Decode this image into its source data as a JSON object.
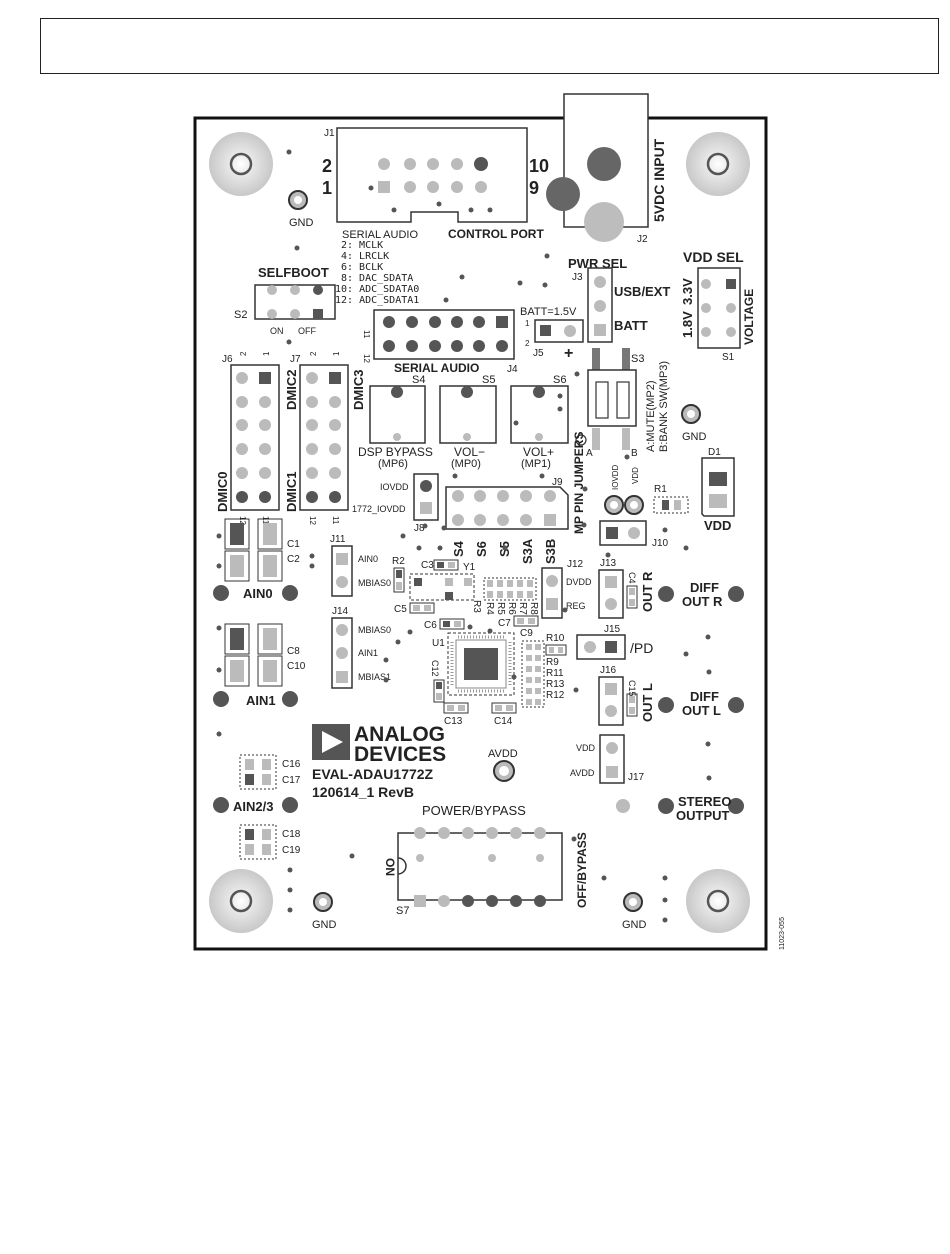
{
  "board": {
    "name": "EVAL-ADAU1772Z",
    "revision": "120614_1 RevB",
    "figure_id": "11023-055",
    "logo": {
      "line1": "ANALOG",
      "line2": "DEVICES"
    }
  },
  "labels": {
    "j1": "J1",
    "j1_pin2": "2",
    "j1_pin1": "1",
    "j1_pin10": "10",
    "j1_pin9": "9",
    "serial_audio_top": "SERIAL AUDIO",
    "control_port": "CONTROL PORT",
    "pin_list": [
      "2: MCLK",
      "4: LRCLK",
      "6: BCLK",
      "8: DAC_SDATA",
      "10: ADC_SDATA0",
      "12: ADC_SDATA1"
    ],
    "j2": "J2",
    "vdc_input": "5VDC INPUT",
    "gnd": "GND",
    "selfboot": "SELFBOOT",
    "s2": "S2",
    "on": "ON",
    "off": "OFF",
    "pwr_sel": "PWR SEL",
    "j3": "J3",
    "usb_ext": "USB/EXT",
    "batt": "BATT",
    "vdd_sel": "VDD SEL",
    "v18": "1.8V",
    "v33": "3.3V",
    "voltage": "VOLTAGE",
    "s1": "S1",
    "batt15": "BATT=1.5V",
    "j5": "J5",
    "j5_pin1": "1",
    "j5_pin2": "2",
    "plus": "+",
    "j4_pin11": "11",
    "j4_pin12": "12",
    "serial_audio_j4": "SERIAL AUDIO",
    "j4": "J4",
    "s3": "S3",
    "mute": "A:MUTE(MP2)",
    "bank": "B:BANK SW(MP3)",
    "a": "A",
    "b": "B",
    "j6": "J6",
    "j7": "J7",
    "j6_p2": "2",
    "j6_p1": "1",
    "j7_p2": "2",
    "j7_p1": "1",
    "dmic2": "DMIC2",
    "dmic3": "DMIC3",
    "dmic0": "DMIC0",
    "dmic1": "DMIC1",
    "j6_p12": "12",
    "j6_p11": "11",
    "j7_p12": "12",
    "j7_p11": "11",
    "s4": "S4",
    "s5": "S5",
    "s6": "S6",
    "dsp_bypass": "DSP BYPASS",
    "mp6": "(MP6)",
    "vol_minus": "VOL−",
    "mp0": "(MP0)",
    "vol_plus": "VOL+",
    "mp1": "(MP1)",
    "d1": "D1",
    "vdd": "VDD",
    "iovdd": "IOVDD",
    "iovdd1772": "1772_IOVDD",
    "j8": "J8",
    "j9": "J9",
    "mp_pin_jumpers": "MP PIN JUMPERS",
    "s4b": "S4",
    "s6b": "S6",
    "s5b": "S5",
    "s3a": "S3A",
    "s3b": "S3B",
    "iovdd_small": "IOVDD",
    "vdd_small": "VDD",
    "r1": "R1",
    "j10": "J10",
    "c1": "C1",
    "c2": "C2",
    "ain0": "AIN0",
    "c8": "C8",
    "c10": "C10",
    "ain1": "AIN1",
    "j11": "J11",
    "ain0_small": "AIN0",
    "mbias0": "MBIAS0",
    "r2": "R2",
    "c3": "C3",
    "y1": "Y1",
    "c5": "C5",
    "r3": "R3",
    "r4": "R4",
    "r5": "R5",
    "r6": "R6",
    "r7": "R7",
    "r8": "R8",
    "j12": "J12",
    "dvdd": "DVDD",
    "reg": "REG",
    "j13": "J13",
    "c4": "C4",
    "out_r": "OUT R",
    "diff_out_r_1": "DIFF",
    "diff_out_r_2": "OUT R",
    "c6": "C6",
    "c7": "C7",
    "u1": "U1",
    "c9": "C9",
    "r10": "R10",
    "r9": "R9",
    "r11": "R11",
    "r13": "R13",
    "r12": "R12",
    "j14": "J14",
    "mbias0_j14": "MBIAS0",
    "ain1_small": "AIN1",
    "mbias1": "MBIAS1",
    "c12": "C12",
    "c13": "C13",
    "c14": "C14",
    "j15": "J15",
    "pd": "/PD",
    "j16": "J16",
    "c15": "C15",
    "out_l": "OUT L",
    "diff_out_l_1": "DIFF",
    "diff_out_l_2": "OUT L",
    "j17": "J17",
    "vdd_j17": "VDD",
    "avdd_j17": "AVDD",
    "avdd": "AVDD",
    "c16": "C16",
    "c17": "C17",
    "ain23": "AIN2/3",
    "c18": "C18",
    "c19": "C19",
    "stereo_output_1": "STEREO",
    "stereo_output_2": "OUTPUT",
    "power_bypass": "POWER/BYPASS",
    "on_s7": "ON",
    "off_bypass": "OFF/BYPASS",
    "s7": "S7"
  }
}
